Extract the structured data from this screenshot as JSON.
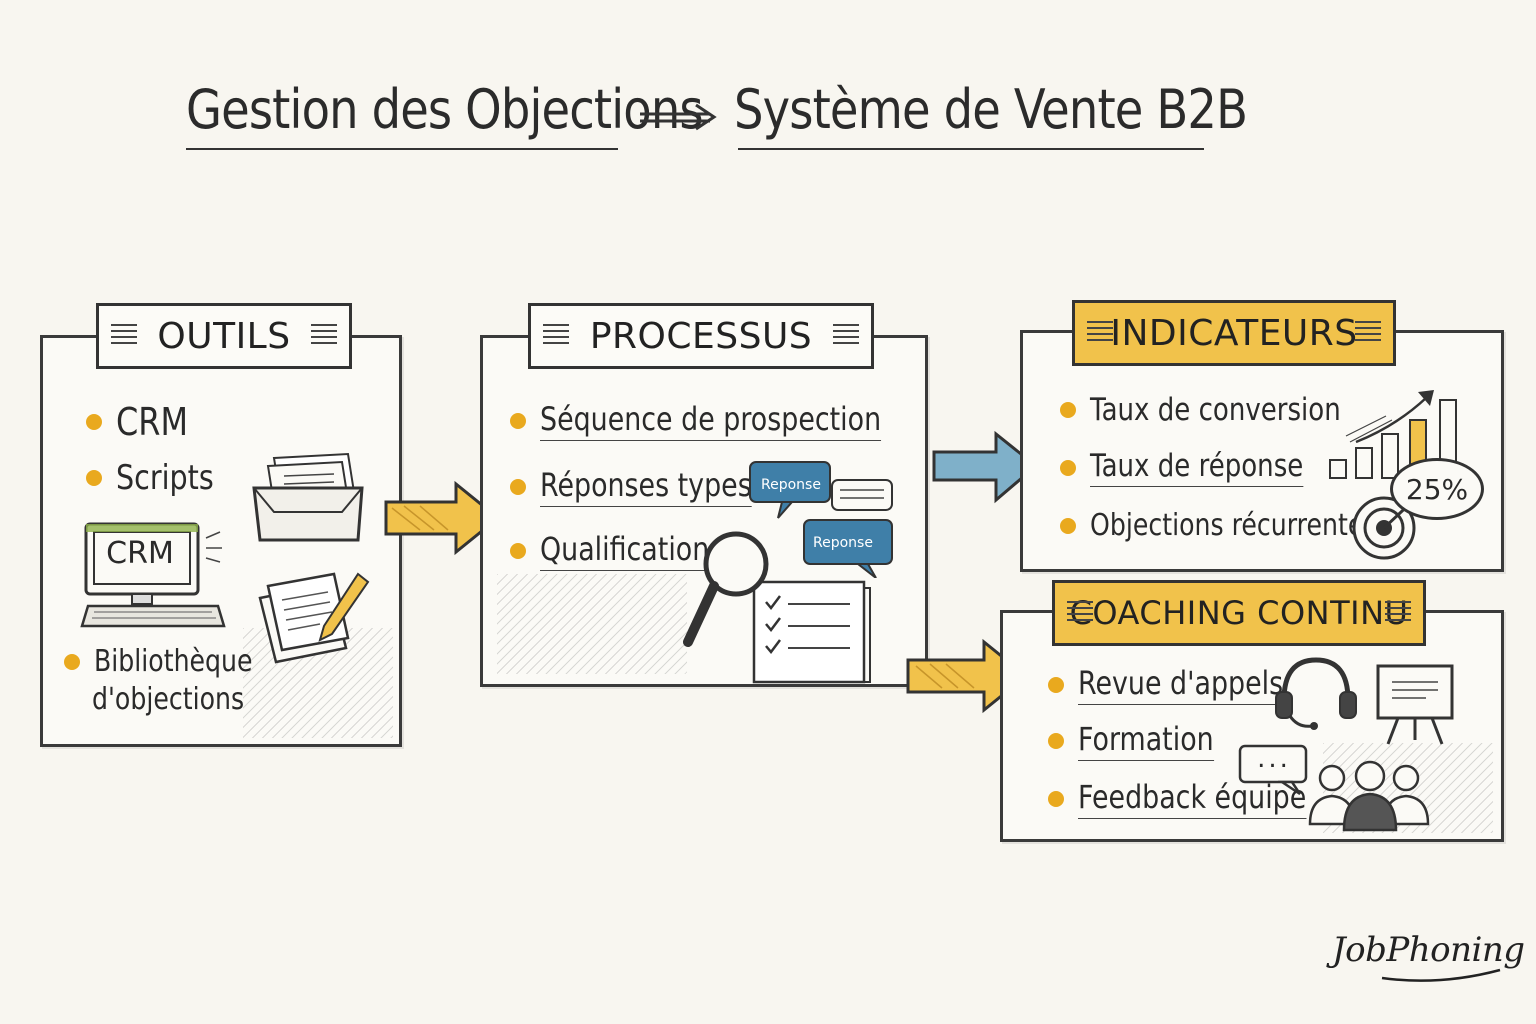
{
  "title": {
    "left": "Gestion des Objections",
    "right": "Système de Vente B2B"
  },
  "panels": {
    "outils": {
      "heading": "OUTILS",
      "items": [
        "CRM",
        "Scripts",
        "Bibliothèque",
        "d'objections"
      ],
      "screen_label": "CRM"
    },
    "processus": {
      "heading": "PROCESSUS",
      "items": [
        "Séquence de prospection",
        "Réponses types",
        "Qualification"
      ],
      "bubble_1": "Reponse",
      "bubble_2": "Reponse"
    },
    "indicateurs": {
      "heading": "INDICATEURS",
      "items": [
        "Taux de conversion",
        "Taux de réponse",
        "Objections récurrentes"
      ],
      "badge": "25%"
    },
    "coaching": {
      "heading": "COACHING CONTINU",
      "items": [
        "Revue d'appels",
        "Formation",
        "Feedback équipe"
      ],
      "chat_dots": "..."
    }
  },
  "colors": {
    "accent_yellow": "#f1c24b",
    "bullet_orange": "#e9a91e",
    "arrow_blue": "#7fb0c9",
    "bubble_blue": "#3f7fa8",
    "ink": "#2a2a2a",
    "paper": "#f8f6f0"
  },
  "brand": "JobPhoning"
}
